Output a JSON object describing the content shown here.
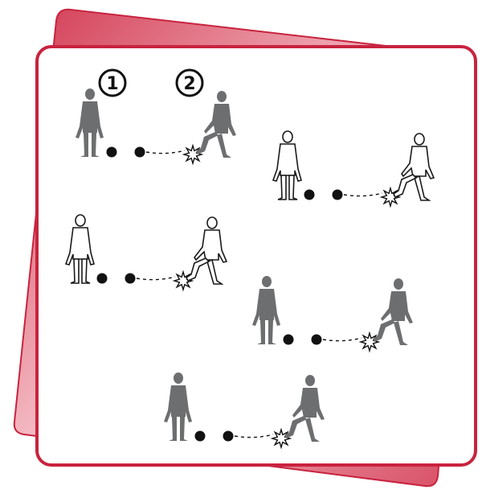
{
  "labels": {
    "player_one": "1",
    "player_two": "2"
  },
  "colors": {
    "card_red_light": "#f4b4be",
    "card_red": "#e0566c",
    "card_red_dark": "#c8233f",
    "card_border": "#c8233f",
    "figure_filled": "#6d6e70",
    "figure_outline": "#1a1a1a",
    "ball": "#111111"
  },
  "scenes": [
    {
      "style": "filled",
      "numbered": true
    },
    {
      "style": "outline",
      "numbered": false
    },
    {
      "style": "outline",
      "numbered": false
    },
    {
      "style": "filled",
      "numbered": false
    },
    {
      "style": "filled",
      "numbered": false
    }
  ]
}
